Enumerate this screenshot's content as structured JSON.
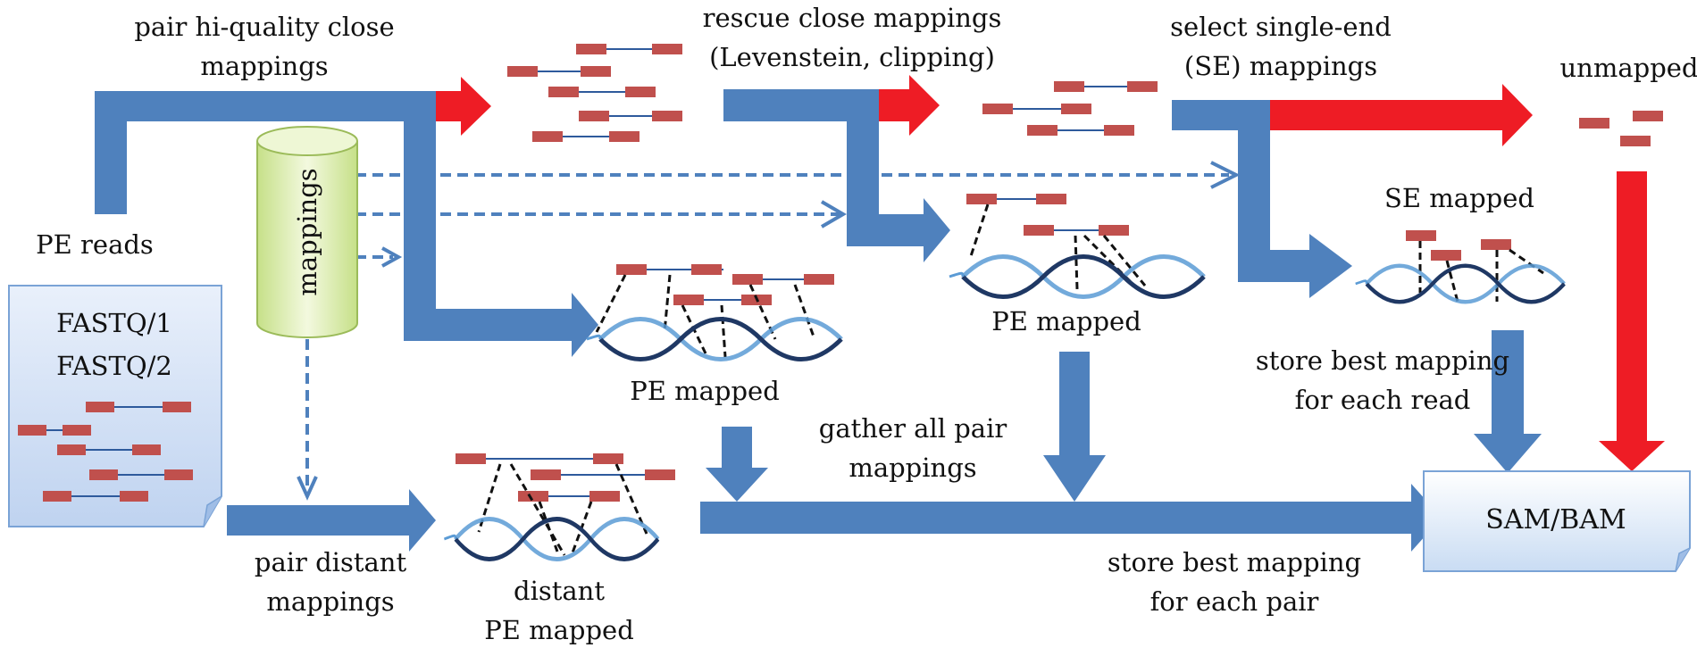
{
  "colors": {
    "flow_blue": "#4f81bd",
    "flow_red": "#ee1c25",
    "read_red": "#c0504d",
    "read_line": "#2e5a9c",
    "dna_dark": "#1f3864",
    "dna_light": "#5b9bd5",
    "doc_fill": "#dbe7f7",
    "cylinder_fill": "#d8eda0",
    "cylinder_stroke": "#9bbb59"
  },
  "labels": {
    "pair_close": [
      "pair hi-quality close",
      "mappings"
    ],
    "rescue": [
      "rescue close mappings",
      "(Levenstein, clipping)"
    ],
    "select_se": [
      "select single-end",
      "(SE) mappings"
    ],
    "unmapped": "unmapped",
    "pe_reads": "PE reads",
    "fastq1": "FASTQ/1",
    "fastq2": "FASTQ/2",
    "mappings_db": "mappings",
    "pe_mapped_1": "PE mapped",
    "pe_mapped_2": "PE mapped",
    "se_mapped": "SE mapped",
    "gather": [
      "gather all pair",
      "mappings"
    ],
    "store_read": [
      "store best mapping",
      "for each read"
    ],
    "pair_distant": [
      "pair distant",
      "mappings"
    ],
    "distant_pe": [
      "distant",
      "PE mapped"
    ],
    "store_pair": [
      "store best mapping",
      "for each pair"
    ],
    "sam_bam": "SAM/BAM"
  },
  "icons": {
    "document": "document-icon",
    "database": "database-cylinder-icon",
    "dna": "dna-helix-icon",
    "read_pair": "read-pair-icon"
  }
}
